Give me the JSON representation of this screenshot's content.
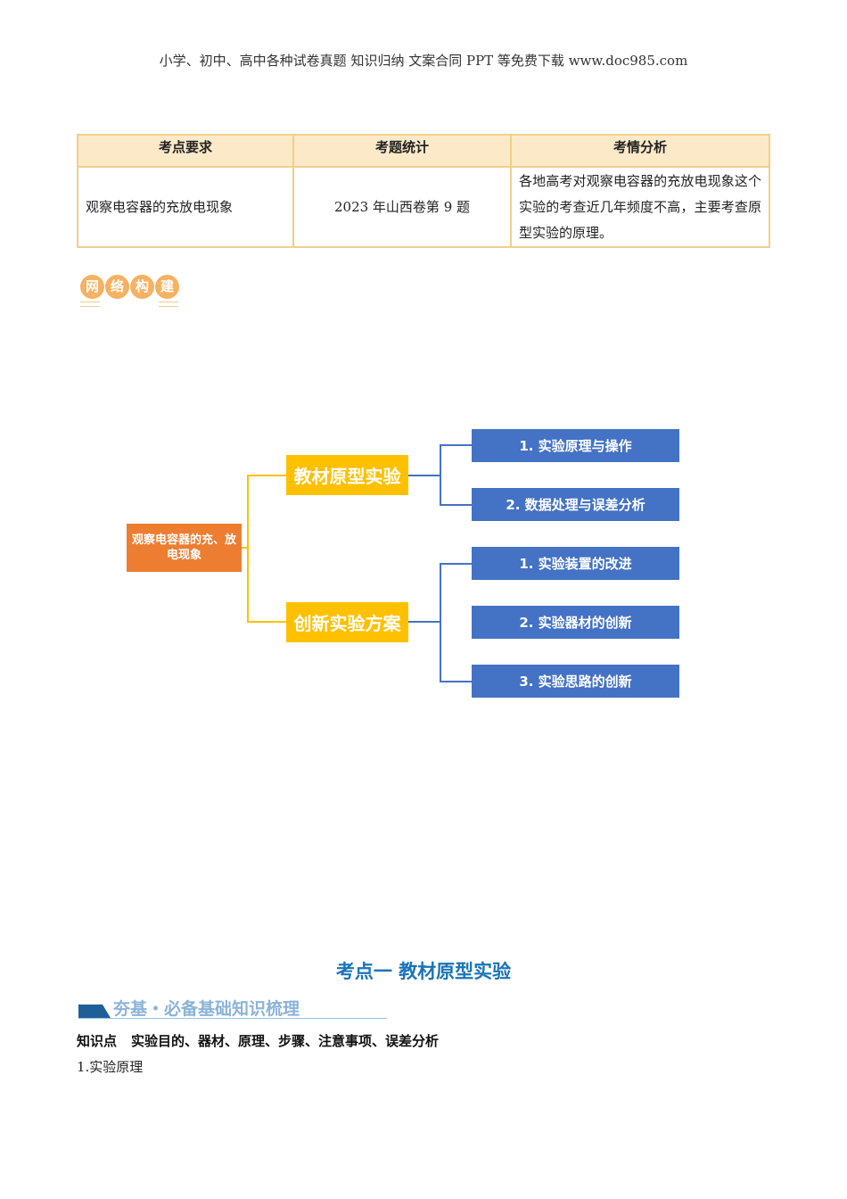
{
  "header": "小学、初中、高中各种试卷真题  知识归纳  文案合同  PPT 等免费下载     www.doc985.com",
  "table": {
    "headers": [
      "考点要求",
      "考题统计",
      "考情分析"
    ],
    "row": [
      "观察电容器的充放电现象",
      "2023 年山西卷第 9 题",
      "各地高考对观察电容器的充放电现象这个实验的考查近几年频度不高，主要考查原型实验的原理。"
    ]
  },
  "section_badge": [
    "网",
    "络",
    "构",
    "建"
  ],
  "mindmap": {
    "root": "观察电容器的充、放电现象",
    "branches": [
      {
        "label": "教材原型实验",
        "children": [
          "1. 实验原理与操作",
          "2. 数据处理与误差分析"
        ]
      },
      {
        "label": "创新实验方案",
        "children": [
          "1. 实验装置的改进",
          "2. 实验器材的创新",
          "3. 实验思路的创新"
        ]
      }
    ]
  },
  "kaodian_title": "考点一  教材原型实验",
  "banner": "夯基・必备基础知识梳理",
  "knowledge_label": "知识点",
  "knowledge_title": "实验目的、器材、原理、步骤、注意事项、误差分析",
  "subheading": "1.实验原理"
}
